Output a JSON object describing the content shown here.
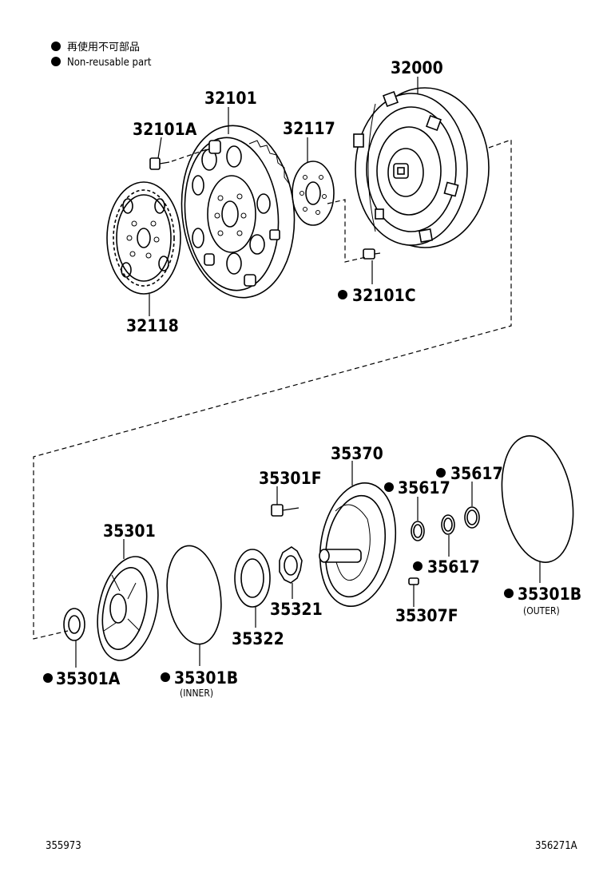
{
  "legend": {
    "text_jp": "再使用不可部品",
    "text_en": "Non-reusable part"
  },
  "parts": {
    "p32000": "32000",
    "p32101": "32101",
    "p32101A": "32101A",
    "p32117": "32117",
    "p32118": "32118",
    "p32101C": "32101C",
    "p35370": "35370",
    "p35301F": "35301F",
    "p35617_a": "35617",
    "p35617_b": "35617",
    "p35617_c": "35617",
    "p35301": "35301",
    "p35322": "35322",
    "p35321": "35321",
    "p35307F": "35307F",
    "p35301B_outer": "35301B",
    "p35301B_inner": "35301B",
    "p35301A": "35301A"
  },
  "sublabels": {
    "outer": "(OUTER)",
    "inner": "(INNER)"
  },
  "figure_ids": {
    "left": "355973",
    "right": "356271A"
  }
}
